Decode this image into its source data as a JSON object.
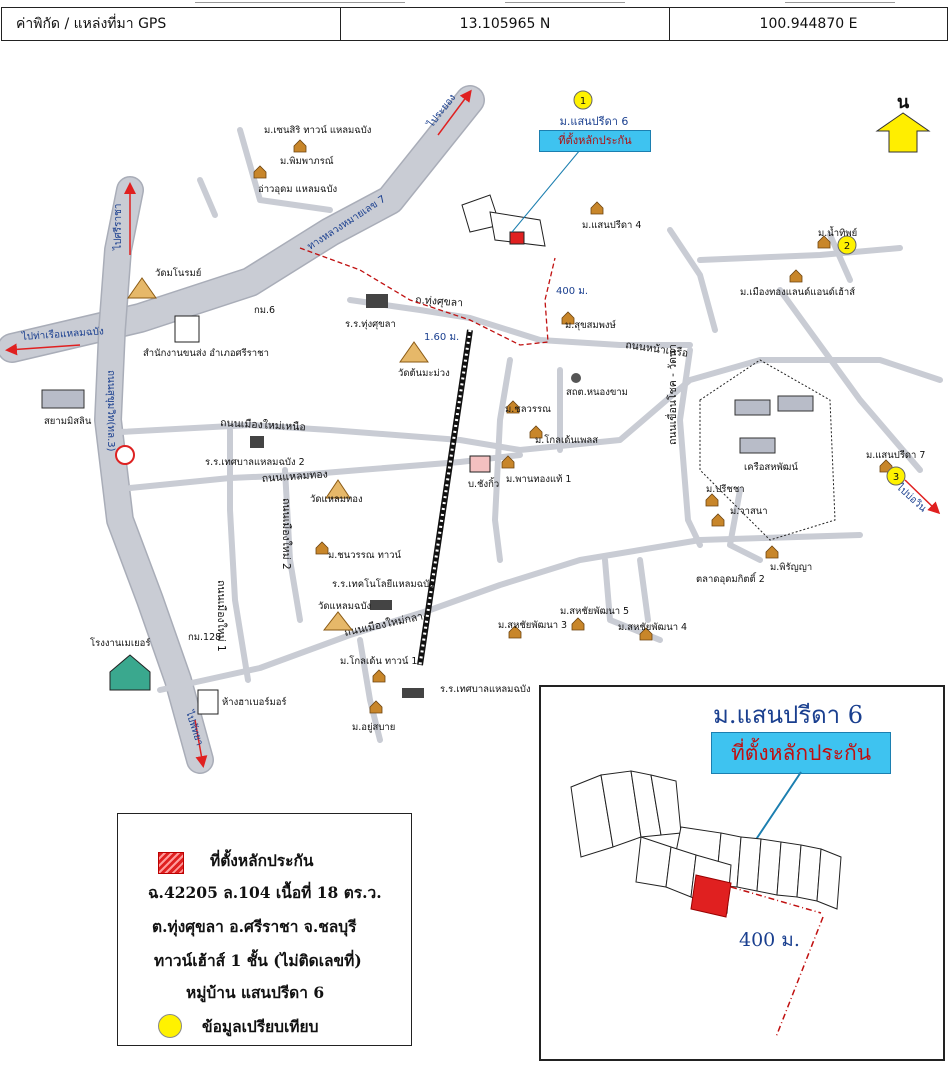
{
  "gps_table": {
    "label": "ค่าพิกัด / แหล่งที่มา GPS",
    "latitude": "13.105965 N",
    "longitude": "100.944870 E"
  },
  "north_label": "น",
  "direction_labels": {
    "to_rayong": "ไประยอง",
    "to_sriracha": "ไปศรีราชา",
    "to_laem_chabang_port": "ไปท่าเรือแหลมฉบัง",
    "to_pattaya": "ไปพัทยา",
    "to_bowin": "ไปบ่อวิน",
    "highway7": "ทางหลวงหมายเลข 7",
    "sukhumvit": "ถนนสุขุมวิท(ทล.3)"
  },
  "roads": {
    "thung_sukhla": "ถ.ทุ่งศุขลา",
    "mueang_mai_nuea": "ถนนเมืองใหม่เหนือ",
    "laem_thong": "ถนนแหลมทอง",
    "mueang_mai_2": "ถนนเมืองใหม่ 2",
    "mueang_mai_1": "ถนนเมืองใหม่ 1",
    "mueang_mai_kang": "ถนนเมืองใหม่กลาง",
    "nah_khrua": "ถนนหน้าเครือ",
    "nong_kho_wang_nam": "ถนนเขื่อนโชค - วัดนา"
  },
  "distances": {
    "d400": "400 ม.",
    "d160": "1.60 ม."
  },
  "places": {
    "sensiri": "ม.เซนสิริ ทาวน์ แหลมฉบัง",
    "phimpaporn": "ม.พิมพาภรณ์",
    "ao_udom": "อ่าวอุดม แหลมฉบัง",
    "wat_nonrom": "วัดมโนรมย์",
    "km6": "กม.6",
    "district_office": "สำนักงานขนส่ง อำเภอศรีราชา",
    "siam_mitsubishi": "สยามมิสลิน",
    "school_thung_sukhla": "ร.ร.ทุ่งศุขลา",
    "wat_ton_mamuang": "วัดต้นมะม่วง",
    "school_laem_chabang2": "ร.ร.เทศบาลแหลมฉบัง 2",
    "wat_laem_thong": "วัดแหลมทอง",
    "chanawan_town": "ม.ชนวรรณ ทาวน์",
    "school_tech": "ร.ร.เทคโนโลยีแหลมฉบัง",
    "wat_laem_chabang": "วัดแหลมฉบัง",
    "km128": "กม.128",
    "meyer_factory": "โรงงานเมเยอร์",
    "golden_town1": "ม.โกลเด้น ทาวน์ 1",
    "school_laem_chabang": "ร.ร.เทศบาลแหลมฉบัง",
    "harbor_mall": "ห้างฮาเบอร์มอร์",
    "yoo_sabai": "ม.อยู่สบาย",
    "sanprida6": "ม.แสนปรีดา 6",
    "collateral_site": "ที่ตั้งหลักประกัน",
    "sanprida4": "ม.แสนปรีดา 4",
    "suksompong": "ม.สุขสมพงษ์",
    "nong_kham_station": "สถต.หนองขาม",
    "chonwan": "ม.ชลวรรณ",
    "golden_place": "ม.โกลเด้นเพลส",
    "ban_sangkio": "บ.ชังกิ้ว",
    "phan_thong_thae1": "ม.พานทองแท้ 1",
    "sahachai_phatthana3": "ม.สหชัยพัฒนา 3",
    "sahachai_phatthana5": "ม.สหชัยพัฒนา 5",
    "sahachai_phatthana4": "ม.สหชัยพัฒนา 4",
    "numthip": "ม.น้ำทิพย์",
    "mueang_thong_land": "ม.เมืองทองแลนด์แอนด์เฮ้าส์",
    "saha_phat": "เครือสหพัฒน์",
    "preecha": "ม.ปรีชชา",
    "wasana": "ม.วาสนา",
    "pirunya": "ม.พิรัญญา",
    "talat_udom_kit2": "ตลาดอุดมกิตติ์ 2",
    "sanprida7": "ม.แสนปรีดา 7"
  },
  "markers": {
    "m1": "1",
    "m2": "2",
    "m3": "3"
  },
  "legend": {
    "line1": "ที่ตั้งหลักประกัน",
    "line2": "ฉ.42205 ล.104 เนื้อที่ 18 ตร.ว.",
    "line3": "ต.ทุ่งศุขลา อ.ศรีราชา จ.ชลบุรี",
    "line4": "ทาวน์เฮ้าส์ 1 ชั้น (ไม่ติดเลขที่)",
    "line5": "หมู่บ้าน แสนปรีดา 6",
    "line6": "ข้อมูลเปรียบเทียบ"
  },
  "inset": {
    "title": "ม.แสนปรีดา 6",
    "box": "ที่ตั้งหลักประกัน",
    "distance": "400 ม."
  },
  "colors": {
    "road": "#c9ccd4",
    "road_edge": "#a9adb8",
    "accent_red": "#e02020",
    "label_blue": "#1a3f8f",
    "callout_blue": "#3ec3f0",
    "marker_yellow": "#fff200",
    "north_arrow": "#ffee00"
  }
}
